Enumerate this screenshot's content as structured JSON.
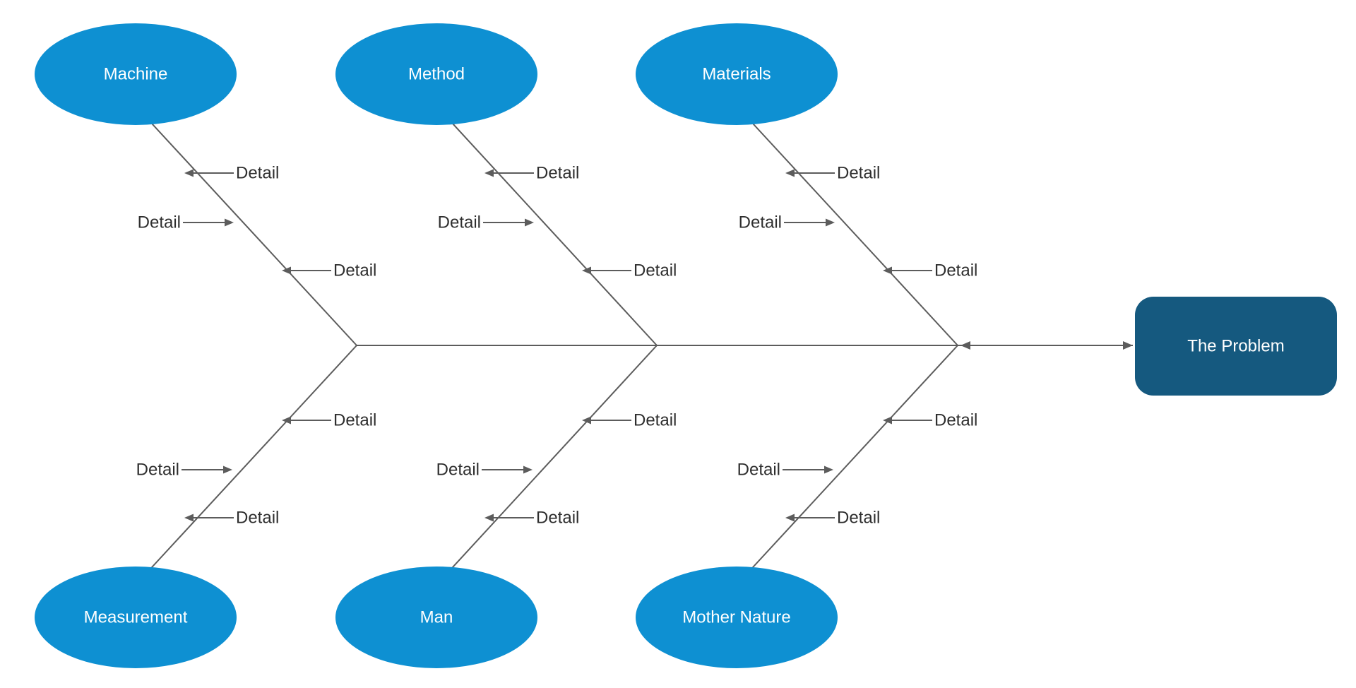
{
  "diagram": {
    "type": "fishbone",
    "problem": {
      "label": "The Problem",
      "fill": "#15597F"
    },
    "colors": {
      "category_fill": "#0E90D2",
      "line": "#5C5C5C",
      "detail_text": "#2E2E2E",
      "node_text": "#FFFFFF"
    },
    "categories": [
      {
        "label": "Machine",
        "row": "top",
        "details": [
          "Detail",
          "Detail",
          "Detail"
        ]
      },
      {
        "label": "Method",
        "row": "top",
        "details": [
          "Detail",
          "Detail",
          "Detail"
        ]
      },
      {
        "label": "Materials",
        "row": "top",
        "details": [
          "Detail",
          "Detail",
          "Detail"
        ]
      },
      {
        "label": "Measurement",
        "row": "bottom",
        "details": [
          "Detail",
          "Detail",
          "Detail"
        ]
      },
      {
        "label": "Man",
        "row": "bottom",
        "details": [
          "Detail",
          "Detail",
          "Detail"
        ]
      },
      {
        "label": "Mother Nature",
        "row": "bottom",
        "details": [
          "Detail",
          "Detail",
          "Detail"
        ]
      }
    ]
  }
}
